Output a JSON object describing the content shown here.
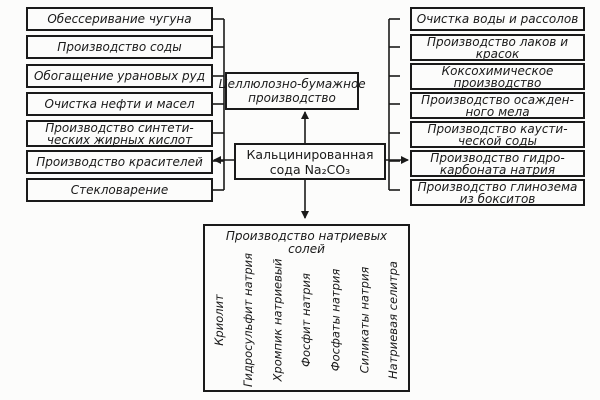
{
  "center": {
    "label": "Кальцинированная\nсода Na₂CO₃"
  },
  "top_center": {
    "label": "Целлюлозно-бумажное\nпроизводство"
  },
  "left": {
    "items": [
      "Обессеривание чугуна",
      "Производство соды",
      "Обогащение урановых руд",
      "Очистка нефти и масел",
      "Производство синтети-\nческих жирных кислот",
      "Производство красителей",
      "Стекловарение"
    ]
  },
  "right": {
    "items": [
      "Очистка воды и рассолов",
      "Производство лаков и\nкрасок",
      "Коксохимическое\nпроизводство",
      "Производство осажден-\nного мела",
      "Производство каусти-\nческой соды",
      "Производство гидро-\nкарбоната натрия",
      "Производство глинозема\nиз бокситов"
    ]
  },
  "bottom": {
    "title": "Производство натриевых солей",
    "columns": [
      "Криолит",
      "Гидросульфит натрия",
      "Хромпик натриевый",
      "Фосфит натрия",
      "Фосфаты натрия",
      "Силикаты натрия",
      "Натриевая селитра"
    ]
  }
}
